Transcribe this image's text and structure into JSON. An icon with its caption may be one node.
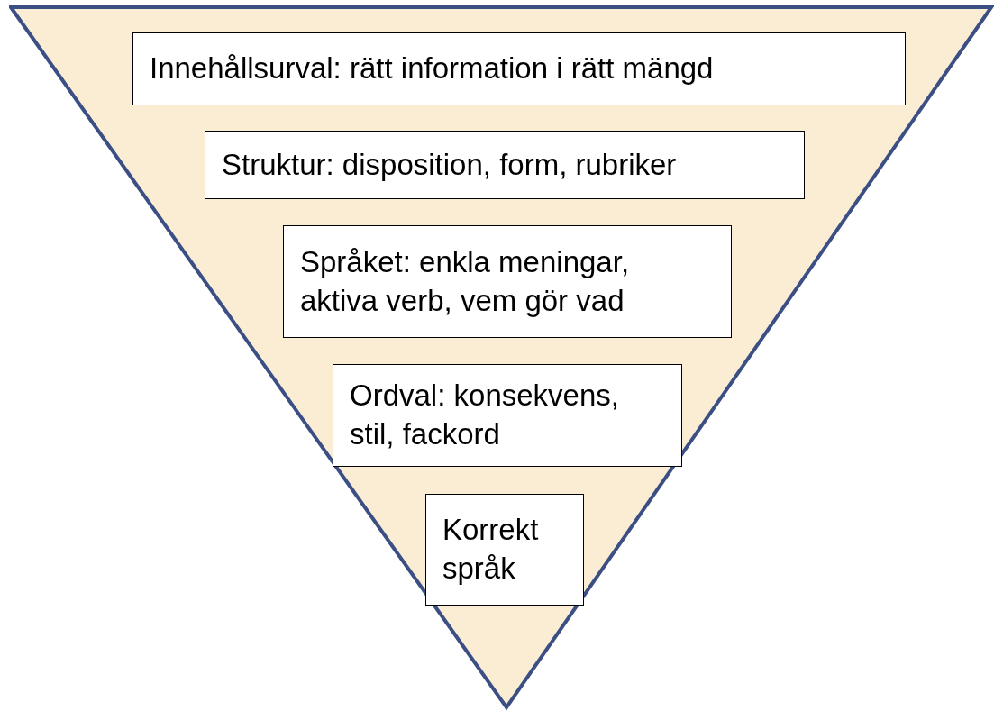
{
  "diagram": {
    "nodes": [
      {
        "text": [],
        "shape": "triangle"
      },
      {
        "text": [
          "Innehållsurval: rätt information i rätt mängd"
        ],
        "in": 0
      },
      {
        "text": [
          "Struktur: disposition, form, rubriker"
        ],
        "in": 0
      },
      {
        "text": [
          "Språket: enkla meningar, aktiva verb, vem gör vad"
        ],
        "in": 0
      },
      {
        "text": [
          "Ordval: konsekvens, stil, fackord"
        ],
        "in": 0
      },
      {
        "text": [
          "Korrekt språk"
        ],
        "in": 0
      }
    ]
  }
}
